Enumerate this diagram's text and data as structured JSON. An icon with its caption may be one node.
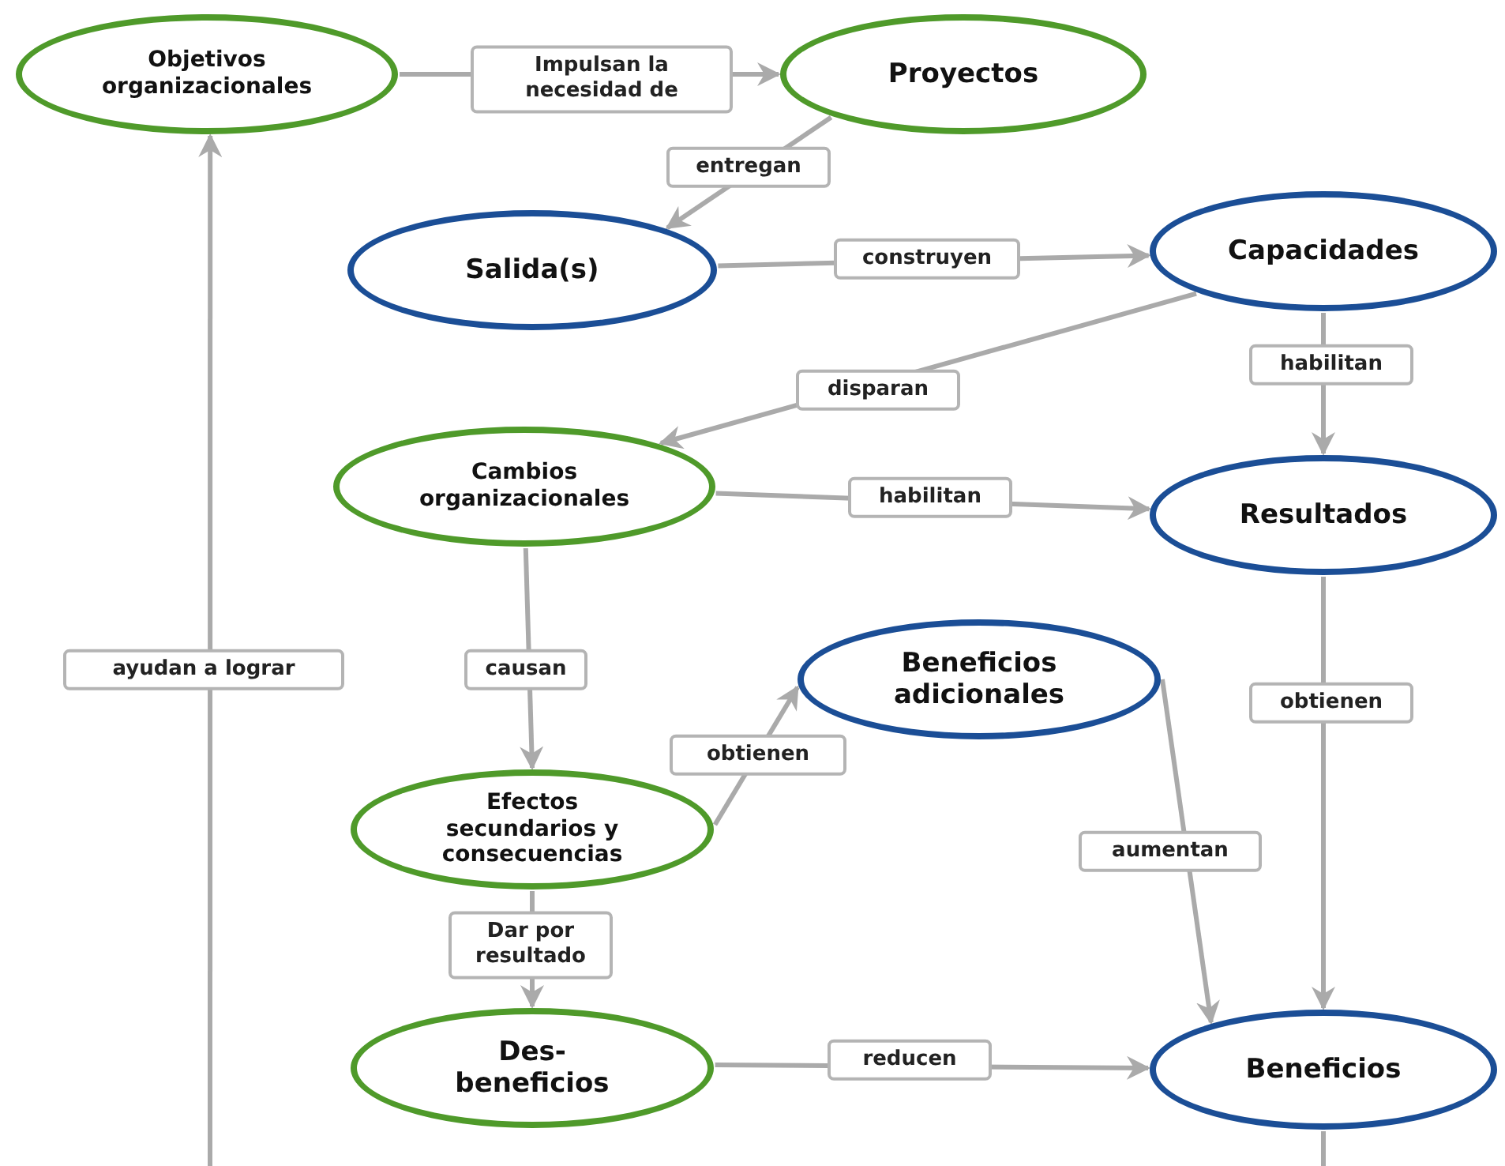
{
  "diagram": {
    "nodes": [
      {
        "text": [
          "Objetivos organizacionales"
        ]
      },
      {
        "text": [
          "Proyectos"
        ]
      },
      {
        "text": [
          "Salida(s)"
        ]
      },
      {
        "text": [
          "Capacidades"
        ]
      },
      {
        "text": [
          "Cambios organizacionales"
        ]
      },
      {
        "text": [
          "Resultados"
        ]
      },
      {
        "text": [
          "Beneficios adicionales"
        ]
      },
      {
        "text": [
          "Efectos secundarios y consecuencias"
        ]
      },
      {
        "text": [
          "Des- beneficios"
        ]
      },
      {
        "text": [
          "Beneficios"
        ]
      }
    ],
    "edges": [
      {
        "from": 0,
        "to": 1,
        "arrow": "to",
        "label": "Impulsan la necesidad de"
      },
      {
        "from": 1,
        "to": 2,
        "arrow": "to",
        "label": "entregan"
      },
      {
        "from": 2,
        "to": 3,
        "arrow": "to",
        "label": "construyen"
      },
      {
        "from": 3,
        "to": 4,
        "arrow": "to",
        "label": "disparan"
      },
      {
        "from": 3,
        "to": 5,
        "arrow": "to",
        "label": "habilitan"
      },
      {
        "from": 4,
        "to": 5,
        "arrow": "to",
        "label": "habilitan"
      },
      {
        "from": 4,
        "to": 7,
        "arrow": "to",
        "label": "causan"
      },
      {
        "from": 7,
        "to": 6,
        "arrow": "to",
        "label": "obtienen"
      },
      {
        "from": 7,
        "to": 8,
        "arrow": "to",
        "label": "Dar por resultado"
      },
      {
        "from": 5,
        "to": 9,
        "arrow": "to",
        "label": "obtienen"
      },
      {
        "from": 6,
        "to": 9,
        "arrow": "to",
        "label": "aumentan"
      },
      {
        "from": 8,
        "to": 9,
        "arrow": "to",
        "label": "reducen"
      },
      {
        "from": null,
        "to": 0,
        "arrow": "to",
        "label": "ayudan a lograr"
      },
      {
        "from": 9,
        "to": null,
        "arrow": "none"
      }
    ]
  }
}
